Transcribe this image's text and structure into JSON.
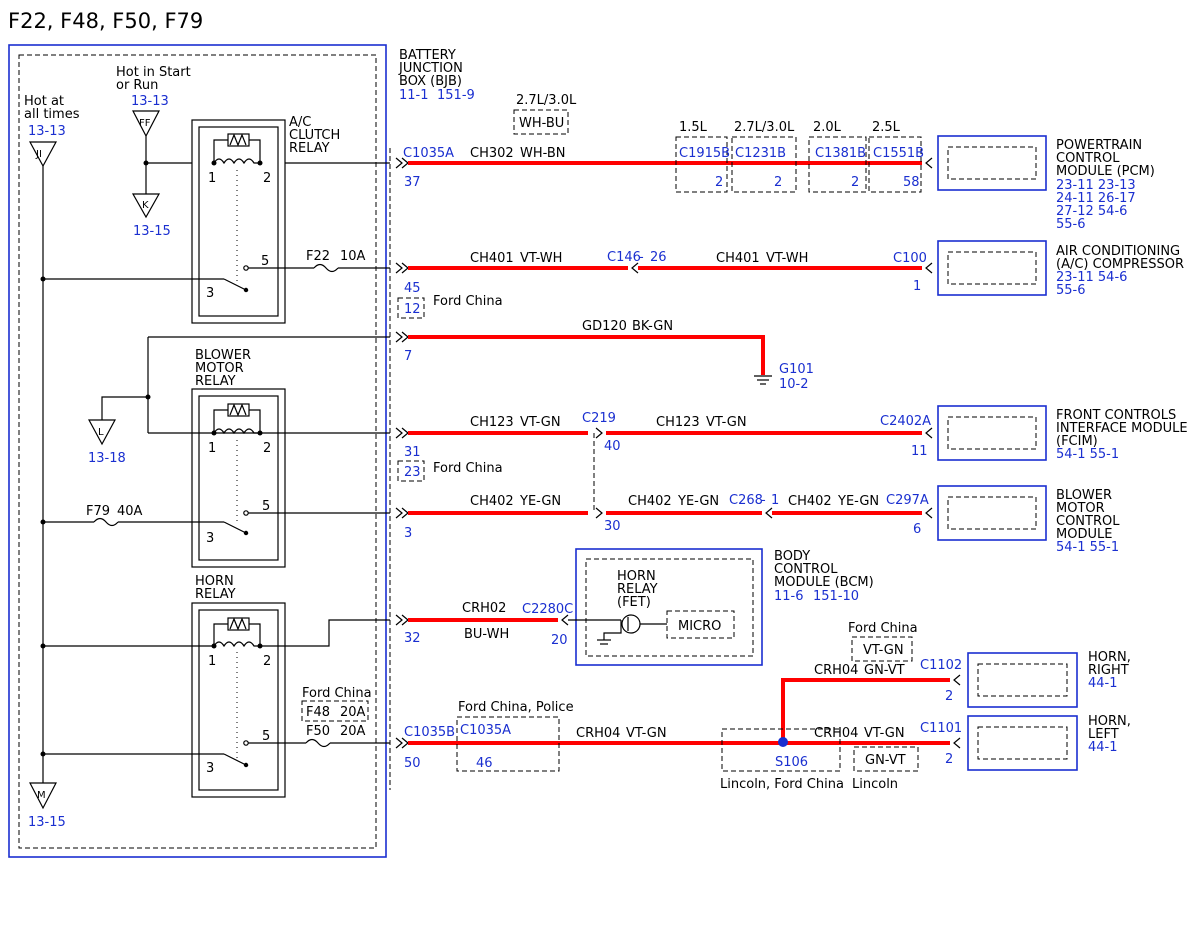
{
  "title": "F22, F48, F50, F79",
  "colors": {
    "wire": "#ff0000",
    "ref": "#1a2fd0",
    "line": "#000000"
  },
  "bjb": {
    "line1": "BATTERY",
    "line2": "JUNCTION",
    "line3": "BOX (BJB)",
    "ref1": "11-1",
    "ref2": "151-9"
  },
  "power": {
    "hot_start": {
      "line1": "Hot in Start",
      "line2": "or Run",
      "ref": "13-13",
      "ff": "FF",
      "k": "K",
      "k_ref": "13-15"
    },
    "hot_all": {
      "line1": "Hot at",
      "line2": "all times",
      "ref": "13-13",
      "ji": "JI",
      "m": "M",
      "m_ref": "13-15"
    },
    "l_symbol": "L",
    "l_ref": "13-18"
  },
  "relays": {
    "ac": {
      "line1": "A/C",
      "line2": "CLUTCH",
      "line3": "RELAY"
    },
    "blower": {
      "line1": "BLOWER",
      "line2": "MOTOR",
      "line3": "RELAY"
    },
    "horn": {
      "line1": "HORN",
      "line2": "RELAY"
    },
    "pins": {
      "p1": "1",
      "p2": "2",
      "p3": "3",
      "p5": "5"
    }
  },
  "fuses": {
    "f22": "F22",
    "f22_amps": "10A",
    "f79": "F79",
    "f79_amps": "40A",
    "f48": "F48",
    "f48_amps": "20A",
    "f50": "F50",
    "f50_amps": "20A",
    "ford_china": "Ford China"
  },
  "row1": {
    "conn": "C1035A",
    "pin": "37",
    "wire": "CH302",
    "color": "WH-BN",
    "alt_engine": "2.7L/3.0L",
    "alt_color": "WH-BU",
    "inline": [
      {
        "engine": "1.5L",
        "conn": "C1915B",
        "pin": "2"
      },
      {
        "engine": "2.7L/3.0L",
        "conn": "C1231B",
        "pin": "2"
      },
      {
        "engine": "2.0L",
        "conn": "C1381B",
        "pin": "2"
      },
      {
        "engine": "2.5L",
        "conn": "C1551B",
        "pin": "58"
      }
    ],
    "module": {
      "line1": "POWERTRAIN",
      "line2": "CONTROL",
      "line3": "MODULE (PCM)",
      "r1": "23-11 23-13",
      "r2": "24-11 26-17",
      "r3": "27-12 54-6",
      "r4": "55-6"
    }
  },
  "row2": {
    "pin": "45",
    "wire": "CH401",
    "color": "VT-WH",
    "splice_conn": "C146",
    "splice_pin": "26",
    "wire2": "CH401",
    "color2": "VT-WH",
    "end_conn": "C100",
    "end_pin": "1",
    "alt_pin": "12",
    "alt_note": "Ford China",
    "module": {
      "line1": "AIR CONDITIONING",
      "line2": "(A/C) COMPRESSOR",
      "r1": "23-11 54-6",
      "r2": "55-6"
    }
  },
  "row3": {
    "pin": "7",
    "wire": "GD120",
    "color": "BK-GN",
    "ground": "G101",
    "ground_ref": "10-2"
  },
  "row4": {
    "pin": "31",
    "wire": "CH123",
    "color": "VT-GN",
    "mid_conn": "C219",
    "mid_pin": "40",
    "wire2": "CH123",
    "color2": "VT-GN",
    "end_conn": "C2402A",
    "end_pin": "11",
    "alt_pin": "23",
    "alt_note": "Ford China",
    "module": {
      "line1": "FRONT CONTROLS",
      "line2": "INTERFACE MODULE",
      "line3": "(FCIM)",
      "r1": "54-1  55-1"
    }
  },
  "row5": {
    "pin": "3",
    "wire": "CH402",
    "color": "YE-GN",
    "mid_pin": "30",
    "wire2": "CH402",
    "color2": "YE-GN",
    "splice_conn": "C268",
    "splice_pin": "1",
    "wire3": "CH402",
    "color3": "YE-GN",
    "end_conn": "C297A",
    "end_pin": "6",
    "module": {
      "line1": "BLOWER",
      "line2": "MOTOR",
      "line3": "CONTROL",
      "line4": "MODULE",
      "r1": "54-1  55-1"
    }
  },
  "row6": {
    "pin": "32",
    "wire": "CRH02",
    "color": "BU-WH",
    "conn": "C2280C",
    "conn_pin": "20",
    "bcm": {
      "line1": "BODY",
      "line2": "CONTROL",
      "line3": "MODULE (BCM)",
      "r1": "11-6",
      "r2": "151-10",
      "relay1": "HORN",
      "relay2": "RELAY",
      "relay3": "(FET)",
      "micro": "MICRO"
    }
  },
  "row7": {
    "conn": "C1035B",
    "pin": "50",
    "alt_note": "Ford China, Police",
    "alt_conn": "C1035A",
    "alt_pin": "46",
    "wire": "CRH04",
    "color": "VT-GN",
    "splice": "S106",
    "splice_note": "Lincoln, Ford China",
    "wire_left": "CRH04",
    "color_left": "VT-GN",
    "alt_color_left": "GN-VT",
    "lincoln": "Lincoln",
    "end_conn": "C1101",
    "end_pin": "2",
    "wire_right": "CRH04",
    "color_right": "GN-VT",
    "fc_note": "Ford China",
    "fc_color": "VT-GN",
    "right_conn": "C1102",
    "right_pin": "2",
    "horn_right": {
      "line1": "HORN,",
      "line2": "RIGHT",
      "r1": "44-1"
    },
    "horn_left": {
      "line1": "HORN,",
      "line2": "LEFT",
      "r1": "44-1"
    }
  }
}
